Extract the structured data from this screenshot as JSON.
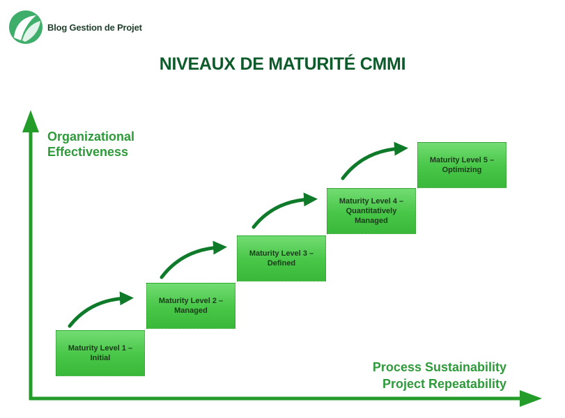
{
  "brand": {
    "name": "Blog Gestion de Projet",
    "icon": "leaf-logo-icon"
  },
  "title": "NIVEAUX DE MATURITÉ CMMI",
  "axes": {
    "y_label_line1": "Organizational",
    "y_label_line2": "Effectiveness",
    "x_label_line1": "Process Sustainability",
    "x_label_line2": "Project Repeatability"
  },
  "levels": [
    {
      "line1": "Maturity Level 1 –",
      "line2": "Initial"
    },
    {
      "line1": "Maturity Level 2 –",
      "line2": "Managed"
    },
    {
      "line1": "Maturity Level 3 –",
      "line2": "Defined"
    },
    {
      "line1": "Maturity Level 4 –",
      "line2": "Quantitatively",
      "line3": "Managed"
    },
    {
      "line1": "Maturity Level 5 –",
      "line2": "Optimizing"
    }
  ],
  "colors": {
    "title": "#0d5a2b",
    "axis": "#239c2a",
    "box": "#47c647",
    "arrow": "#0f7a2a"
  }
}
